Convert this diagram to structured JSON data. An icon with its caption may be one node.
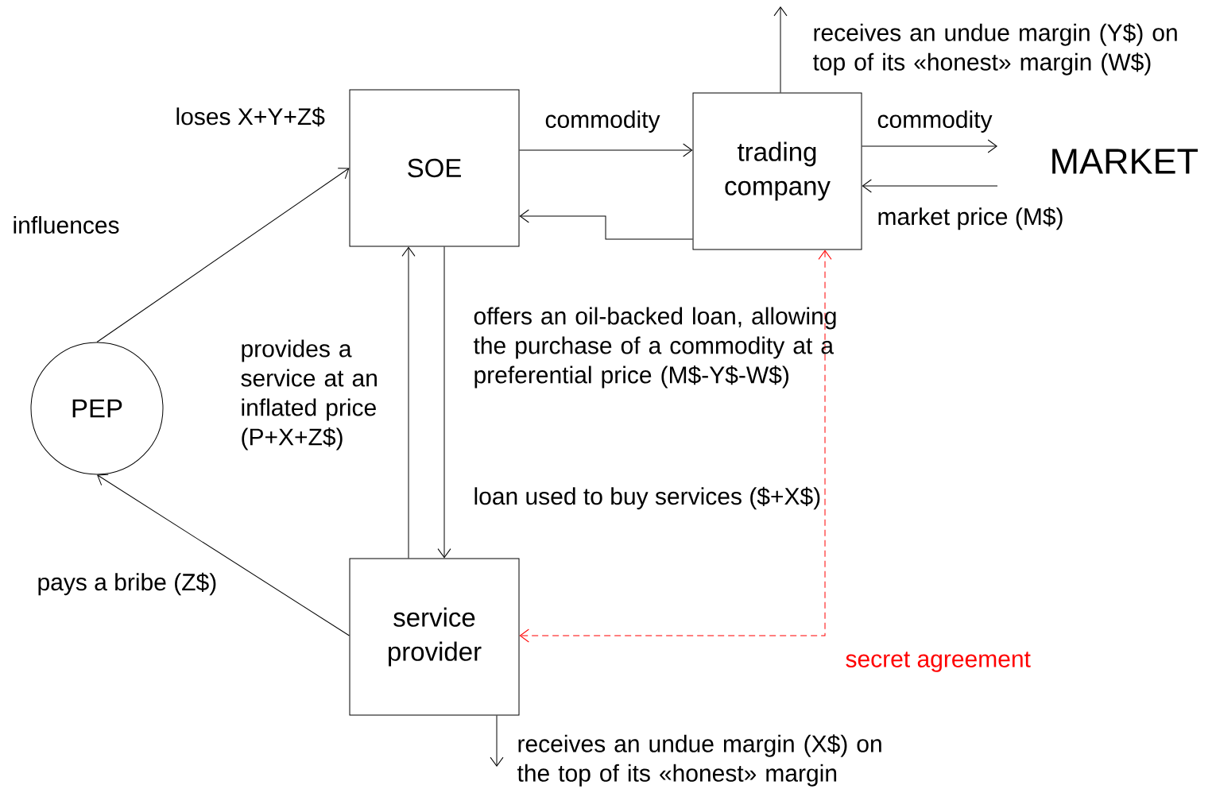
{
  "diagram": {
    "nodes": [
      {
        "text": [
          "SOE"
        ],
        "beside": [
          "loses X+Y+Z$"
        ]
      },
      {
        "text": [
          "trading company"
        ]
      },
      {
        "text": [
          "MARKET"
        ]
      },
      {
        "text": [
          "PEP"
        ]
      },
      {
        "text": [
          "service provider"
        ]
      }
    ],
    "edges": [
      {
        "from": 3,
        "to": 0,
        "arrow": "to",
        "label": "influences"
      },
      {
        "from": 0,
        "to": 1,
        "arrow": "to",
        "label": "commodity"
      },
      {
        "from": 1,
        "to": 0,
        "arrow": "to"
      },
      {
        "from": 1,
        "to": 2,
        "arrow": "to",
        "label": "commodity"
      },
      {
        "from": 2,
        "to": 1,
        "arrow": "to",
        "label": "market price (M$)"
      },
      {
        "from": 1,
        "to": null,
        "arrow": "to",
        "label": "receives an undue margin (Y$) on top of its «honest» margin (W$)"
      },
      {
        "from": 4,
        "to": 0,
        "arrow": "to",
        "label": "provides a service at an inflated price (P+X+Z$)"
      },
      {
        "from": 0,
        "to": 4,
        "arrow": "to",
        "label": "loan used to buy services ($+X$)"
      },
      {
        "from": 4,
        "to": 3,
        "arrow": "to",
        "label": "pays a bribe (Z$)"
      },
      {
        "from": 1,
        "to": 4,
        "arrow": "both",
        "label": "secret agreement",
        "style": "dashed",
        "color": "#ff0000"
      },
      {
        "from": 4,
        "to": null,
        "arrow": "to",
        "label": "receives an undue margin (X$) on the top of its «honest» margin"
      }
    ],
    "labels": [
      "offers an oil-backed loan, allowing the purchase of a commodity at a preferential price (M$-Y$-W$)"
    ]
  }
}
